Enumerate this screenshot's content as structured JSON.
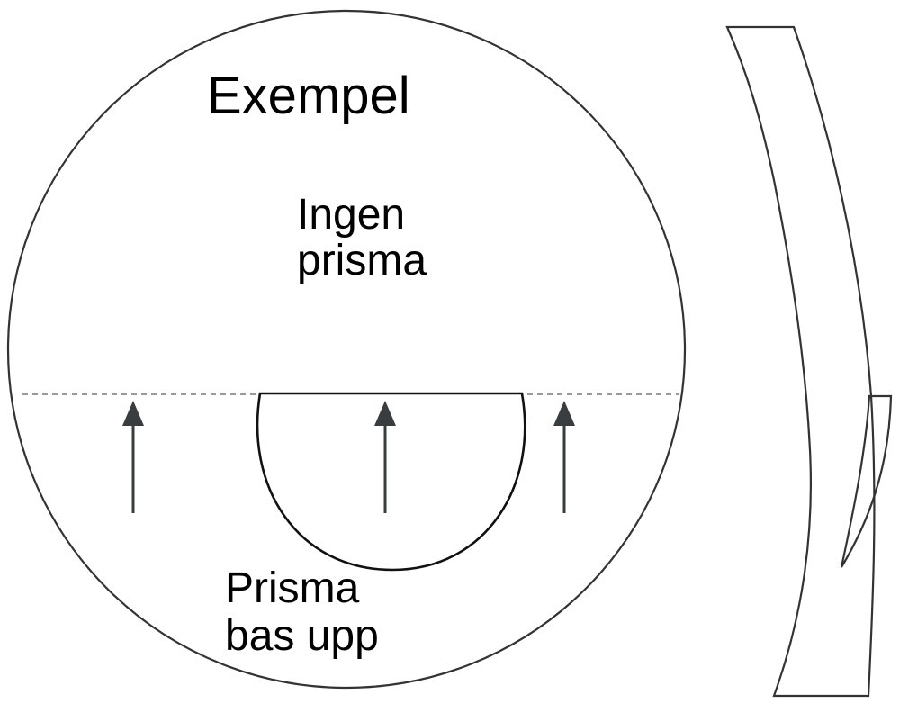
{
  "diagram": {
    "title": "Exempel",
    "upper_zone": {
      "line1": "Ingen",
      "line2": "prisma"
    },
    "lower_zone": {
      "line1": "Prisma",
      "line2": "bas upp"
    }
  },
  "colors": {
    "outline": "#333333",
    "arrow": "#3a3d40",
    "dashed_line": "#9a9a9a",
    "text": "#000000",
    "background": "#ffffff"
  }
}
